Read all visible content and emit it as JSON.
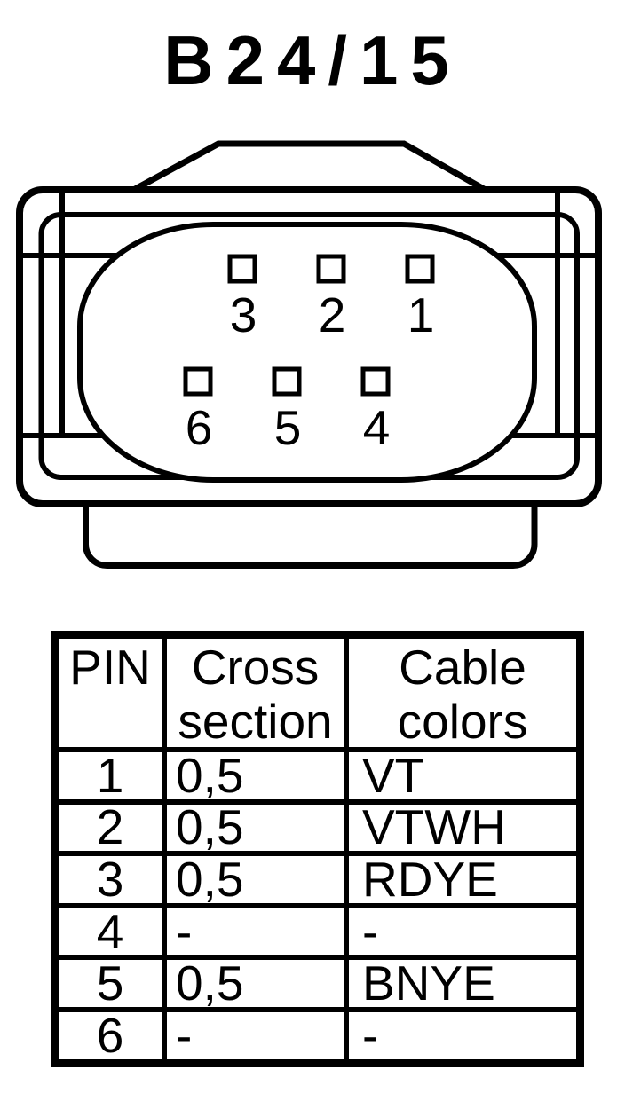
{
  "colors": {
    "ink": "#000000",
    "paper": "#ffffff"
  },
  "title": "B24/15",
  "connector": {
    "pins": [
      "3",
      "2",
      "1",
      "6",
      "5",
      "4"
    ]
  },
  "table": {
    "header": [
      {
        "line1": "PIN",
        "line2": ""
      },
      {
        "line1": "Cross",
        "line2": "section"
      },
      {
        "line1": "Cable",
        "line2": "colors"
      }
    ],
    "rows": [
      {
        "pin": "1",
        "cross_section": "0,5",
        "cable_color": "VT"
      },
      {
        "pin": "2",
        "cross_section": "0,5",
        "cable_color": "VTWH"
      },
      {
        "pin": "3",
        "cross_section": "0,5",
        "cable_color": "RDYE"
      },
      {
        "pin": "4",
        "cross_section": "-",
        "cable_color": "-"
      },
      {
        "pin": "5",
        "cross_section": "0,5",
        "cable_color": "BNYE"
      },
      {
        "pin": "6",
        "cross_section": "-",
        "cable_color": "-"
      }
    ]
  }
}
